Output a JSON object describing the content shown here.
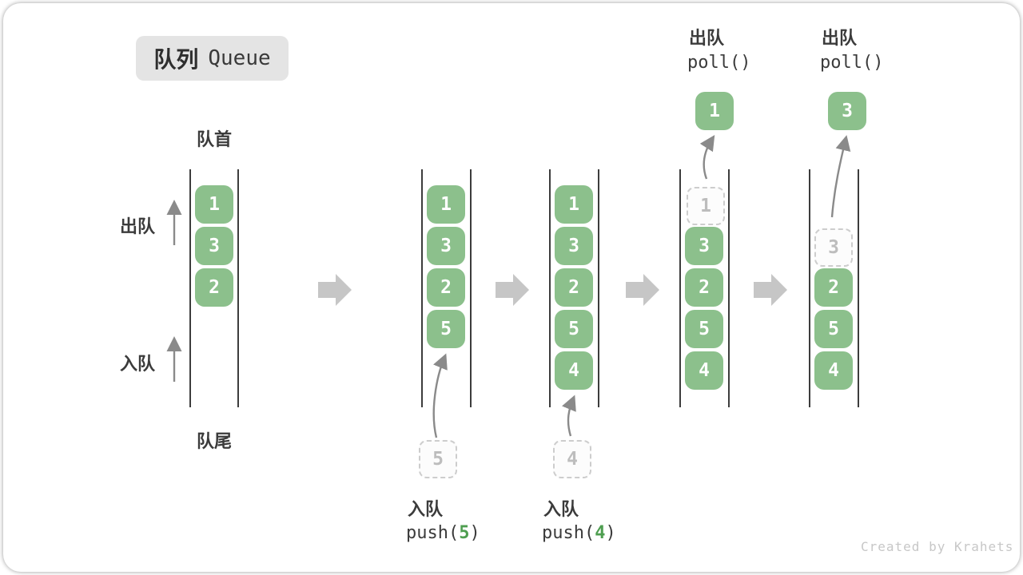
{
  "title": {
    "zh": "队列",
    "en": "Queue"
  },
  "side_labels": {
    "front": "队首",
    "rear": "队尾",
    "dequeue": "出队",
    "enqueue": "入队"
  },
  "operations": {
    "push5": {
      "label": "入队",
      "code_prefix": "push(",
      "code_arg": "5",
      "code_suffix": ")"
    },
    "push4": {
      "label": "入队",
      "code_prefix": "push(",
      "code_arg": "4",
      "code_suffix": ")"
    },
    "poll1": {
      "label": "出队",
      "code": "poll()",
      "result": "1"
    },
    "poll3": {
      "label": "出队",
      "code": "poll()",
      "result": "3"
    }
  },
  "states": [
    {
      "cells": [
        {
          "value": "1",
          "style": "green"
        },
        {
          "value": "3",
          "style": "green"
        },
        {
          "value": "2",
          "style": "green"
        }
      ]
    },
    {
      "cells": [
        {
          "value": "1",
          "style": "green"
        },
        {
          "value": "3",
          "style": "green"
        },
        {
          "value": "2",
          "style": "green"
        },
        {
          "value": "5",
          "style": "green"
        }
      ],
      "incoming": {
        "value": "5"
      }
    },
    {
      "cells": [
        {
          "value": "1",
          "style": "green"
        },
        {
          "value": "3",
          "style": "green"
        },
        {
          "value": "2",
          "style": "green"
        },
        {
          "value": "5",
          "style": "green"
        },
        {
          "value": "4",
          "style": "green"
        }
      ],
      "incoming": {
        "value": "4"
      }
    },
    {
      "cells": [
        {
          "value": "1",
          "style": "dashed"
        },
        {
          "value": "3",
          "style": "green"
        },
        {
          "value": "2",
          "style": "green"
        },
        {
          "value": "5",
          "style": "green"
        },
        {
          "value": "4",
          "style": "green"
        }
      ],
      "outgoing": {
        "value": "1"
      }
    },
    {
      "cells": [
        {
          "value": "3",
          "style": "dashed"
        },
        {
          "value": "2",
          "style": "green"
        },
        {
          "value": "5",
          "style": "green"
        },
        {
          "value": "4",
          "style": "green"
        }
      ],
      "outgoing": {
        "value": "3"
      }
    }
  ],
  "watermark": "Created by Krahets",
  "colors": {
    "cell_green": "#8CC08C",
    "code_green": "#4E9E50",
    "fat_arrow_gray": "#C6C6C6",
    "thin_arrow_gray": "#8A8A8A",
    "rail_dark": "#3D3D3D",
    "badge_bg": "#E4E4E4"
  }
}
